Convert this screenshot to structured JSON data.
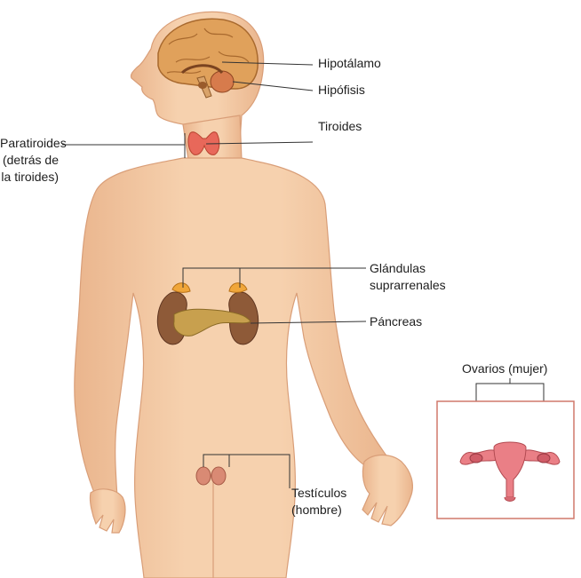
{
  "labels": {
    "hipotalamo": "Hipotálamo",
    "hipofisis": "Hipófisis",
    "tiroides": "Tiroides",
    "paratiroides": [
      "Paratiroides",
      "(detrás de",
      "la tiroides)"
    ],
    "suprarrenales": [
      "Glándulas",
      "suprarrenales"
    ],
    "pancreas": "Páncreas",
    "testiculos": [
      "Testículos",
      "(hombre)"
    ],
    "ovarios": "Ovarios (mujer)"
  },
  "colors": {
    "skin": "#f4c9a3",
    "skin_shadow": "#e6ad84",
    "brain": "#e0a15b",
    "thyroid": "#e8685a",
    "adrenal": "#f0a63a",
    "kidney": "#8e5a38",
    "pancreas": "#c8a04e",
    "testes": "#d98a74",
    "uterus": "#ea7f86",
    "inset_border": "#d1786b",
    "leader": "#333333"
  }
}
